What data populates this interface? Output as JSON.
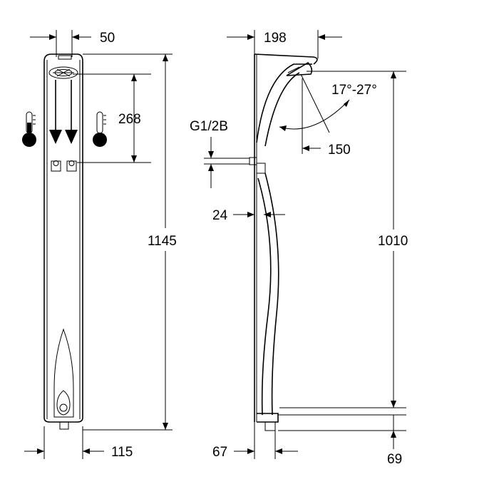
{
  "dimensions": {
    "top_width": "50",
    "head_spacing": "268",
    "total_height": "1145",
    "bottom_offset": "115",
    "depth": "198",
    "connection": "G1/2B",
    "angle": "17°-27°",
    "head_reach": "150",
    "wall_gap": "24",
    "head_height": "1010",
    "side_bottom_left": "67",
    "side_bottom_right": "69"
  },
  "colors": {
    "line": "#000000",
    "background": "#ffffff"
  },
  "icons": [
    "thermometer-cold-icon",
    "thermometer-hot-icon",
    "shower-head-icon",
    "arrow-down-icon",
    "valve-icon"
  ]
}
